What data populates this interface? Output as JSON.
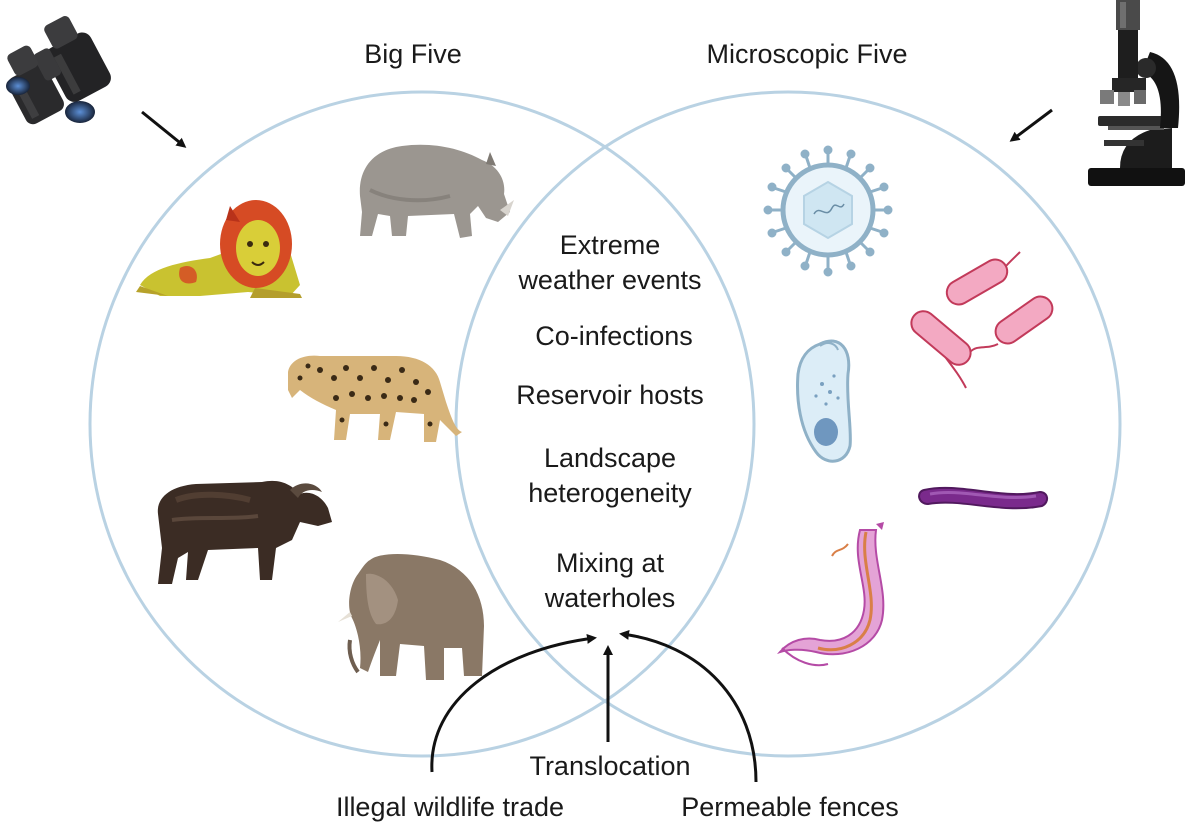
{
  "venn": {
    "left_set": {
      "title": "Big Five"
    },
    "right_set": {
      "title": "Microscopic Five"
    },
    "overlap_items": [
      {
        "text": "Extreme\nweather events"
      },
      {
        "text": "Co-infections"
      },
      {
        "text": "Reservoir hosts"
      },
      {
        "text": "Landscape\nheterogeneity"
      },
      {
        "text": "Mixing at\nwaterholes"
      }
    ]
  },
  "drivers": [
    {
      "text": "Translocation"
    },
    {
      "text": "Illegal wildlife trade"
    },
    {
      "text": "Permeable fences"
    }
  ],
  "icons": {
    "left_tool": "binoculars-icon",
    "right_tool": "microscope-icon",
    "big_five": [
      "lion-icon",
      "rhinoceros-icon",
      "leopard-icon",
      "buffalo-icon",
      "elephant-icon"
    ],
    "microscopic_five": [
      "virus-icon",
      "bacteria-icon",
      "protozoan-icon",
      "rod-bacterium-icon",
      "trypanosome-icon"
    ]
  },
  "colors": {
    "circle_stroke": "#b9d2e3",
    "arrow": "#111111",
    "text": "#1a1a1a"
  }
}
